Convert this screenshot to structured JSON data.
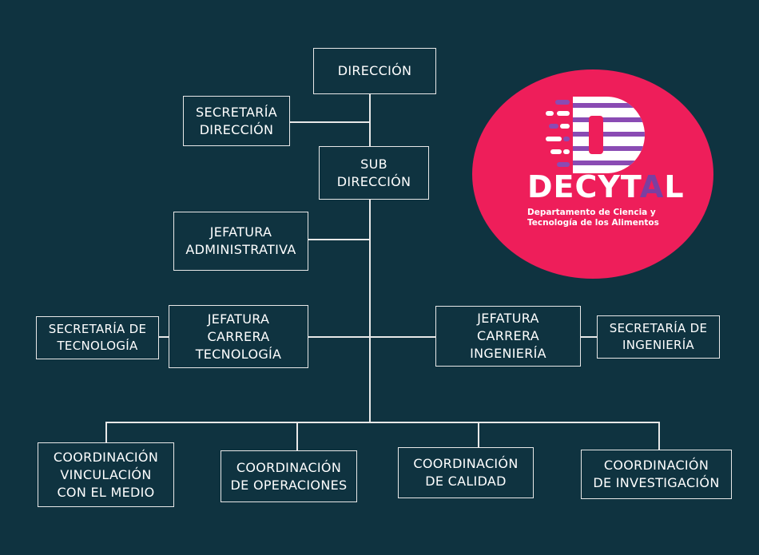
{
  "org_chart": {
    "direccion": "DIRECCIÓN",
    "secretaria_direccion": "SECRETARÍA\nDIRECCIÓN",
    "sub_direccion": "SUB\nDIRECCIÓN",
    "jefatura_administrativa": "JEFATURA\nADMINISTRATIVA",
    "jefatura_carrera_tecnologia": "JEFATURA\nCARRERA\nTECNOLOGÍA",
    "secretaria_tecnologia": "SECRETARÍA DE\nTECNOLOGÍA",
    "jefatura_carrera_ingenieria": "JEFATURA\nCARRERA\nINGENIERÍA",
    "secretaria_ingenieria": "SECRETARÍA DE\nINGENIERÍA",
    "coord_vinculacion": "COORDINACIÓN\nVINCULACIÓN\nCON EL MEDIO",
    "coord_operaciones": "COORDINACIÓN\nDE OPERACIONES",
    "coord_calidad": "COORDINACIÓN\nDE CALIDAD",
    "coord_investigacion": "COORDINACIÓN\nDE INVESTIGACIÓN"
  },
  "logo": {
    "name_prefix": "DECYT",
    "name_accent": "A",
    "name_suffix": "L",
    "subtitle": "Departamento de Ciencia y\nTecnología de los Alimentos",
    "circle_color": "#ee1e5a",
    "accent_color": "#7b3fa0"
  },
  "colors": {
    "background": "#0f3340",
    "lines": "#e8e8e8"
  }
}
